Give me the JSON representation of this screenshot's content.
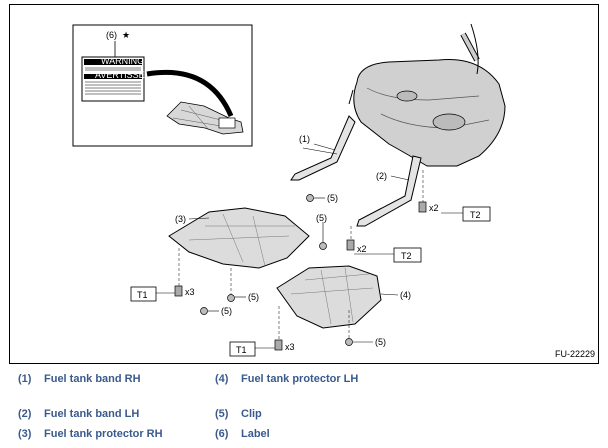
{
  "figure": {
    "code": "FU-22229",
    "inset_label": "(6)",
    "inset_mark": "★",
    "warning_text": "WARNING",
    "avertissement_text": "AVERTISSEMENT",
    "callouts": {
      "c1": "(1)",
      "c2": "(2)",
      "c3": "(3)",
      "c4": "(4)",
      "c5a": "(5)",
      "c5b": "(5)",
      "c5c": "(5)",
      "c5d": "(5)",
      "c5e": "(5)"
    },
    "torques": {
      "t1a": "T1",
      "t1b": "T1",
      "t2a": "T2",
      "t2b": "T2"
    },
    "quantities": {
      "q_x3a": "x3",
      "q_x3b": "x3",
      "q_x2a": "x2",
      "q_x2b": "x2"
    }
  },
  "legend": [
    {
      "num": "(1)",
      "label": "Fuel tank band RH"
    },
    {
      "num": "(2)",
      "label": "Fuel tank band LH"
    },
    {
      "num": "(3)",
      "label": "Fuel tank protector RH"
    },
    {
      "num": "(4)",
      "label": "Fuel tank protector LH"
    },
    {
      "num": "(5)",
      "label": "Clip"
    },
    {
      "num": "(6)",
      "label": "Label"
    }
  ]
}
